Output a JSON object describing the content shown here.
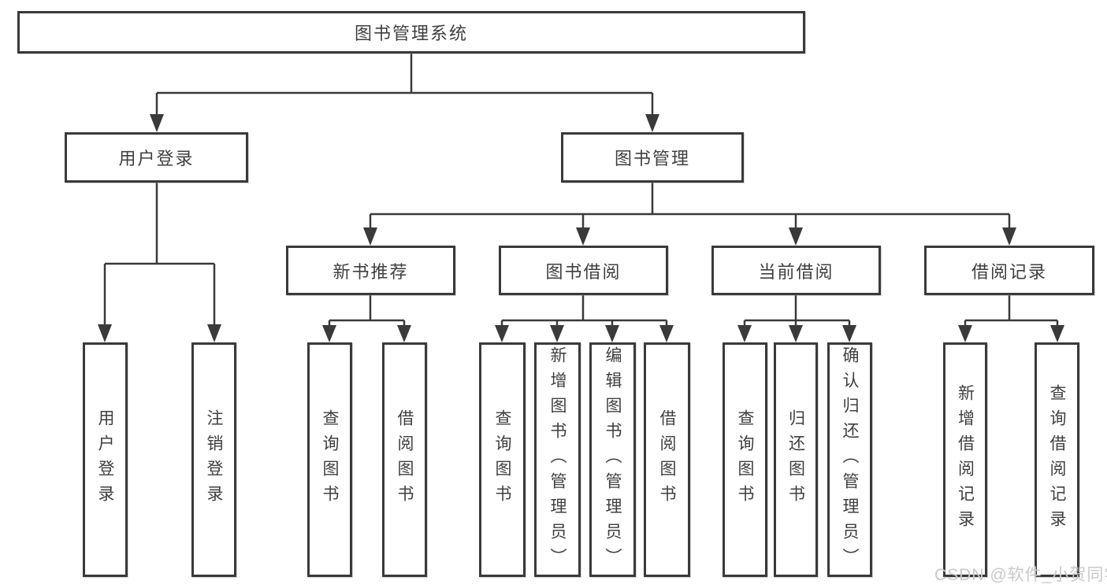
{
  "diagram": {
    "type": "hierarchy-tree",
    "tree": {
      "label": "图书管理系统",
      "children": [
        {
          "label": "用户登录",
          "children": [
            {
              "label": "用户登录"
            },
            {
              "label": "注销登录"
            }
          ]
        },
        {
          "label": "图书管理",
          "children": [
            {
              "label": "新书推荐",
              "children": [
                {
                  "label": "查询图书"
                },
                {
                  "label": "借阅图书"
                }
              ]
            },
            {
              "label": "图书借阅",
              "children": [
                {
                  "label": "查询图书"
                },
                {
                  "label": "新增图书（管理员）"
                },
                {
                  "label": "编辑图书（管理员）"
                },
                {
                  "label": "借阅图书"
                }
              ]
            },
            {
              "label": "当前借阅",
              "children": [
                {
                  "label": "查询图书"
                },
                {
                  "label": "归还图书"
                },
                {
                  "label": "确认归还（管理员）"
                }
              ]
            },
            {
              "label": "借阅记录",
              "children": [
                {
                  "label": "新增借阅记录"
                },
                {
                  "label": "查询借阅记录"
                }
              ]
            }
          ]
        }
      ]
    }
  },
  "watermark": {
    "text": "CSDN @软件_小贺同学"
  },
  "colors": {
    "line": "#3a3a3a",
    "box_border": "#3a3a3a",
    "box_fill": "#ffffff",
    "text": "#3f3f3f",
    "watermark": "#c9c9c9",
    "background": "#ffffff"
  }
}
